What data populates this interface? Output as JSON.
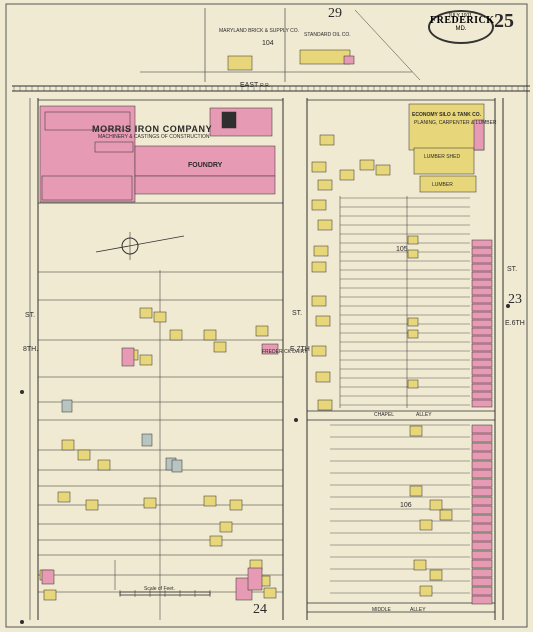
{
  "header": {
    "page_number": "25",
    "city": "FREDERICK",
    "state": "MD.",
    "date": "JULY 1911"
  },
  "sheet_refs": {
    "top": "29",
    "right": "23",
    "bottom": "24"
  },
  "block_numbers": [
    "104",
    "105",
    "106"
  ],
  "businesses": {
    "morris_iron": "MORRIS IRON COMPANY",
    "morris_sub": "MACHINERY & CASTINGS OF CONSTRUCTION",
    "morris_foundry": "FOUNDRY",
    "economy_silo": "ECONOMY SILO & TANK CO.",
    "economy_sub": "PLANING, CARPENTER & LUMBER",
    "lumber_shed": "LUMBER SHED",
    "lumber": "LUMBER",
    "maryland_brick": "MARYLAND BRICK & SUPPLY CO.",
    "standard_oil": "STANDARD OIL CO.",
    "frederick_dairy": "FREDERICK DAIRY"
  },
  "streets": {
    "east_rr": "EAST",
    "east_rr_suffix": "R.R.",
    "eighth_st": "8TH.",
    "eighth_st_suffix": "ST.",
    "e7th_st_a": "ST.",
    "e7th_st_b": "E.7TH",
    "e6th_st_a": "ST.",
    "e6th_st_b": "E.6TH",
    "chapel_alley_a": "CHAPEL",
    "chapel_alley_b": "ALLEY",
    "middle_alley_a": "MIDDLE",
    "middle_alley_b": "ALLEY"
  },
  "scale": {
    "label": "Scale of Feet."
  },
  "colors": {
    "paper": "#f1ead2",
    "brick": "#e79ab3",
    "frame": "#e7d67a",
    "stone": "#b8c4c0",
    "ink": "#2f2f2f"
  }
}
